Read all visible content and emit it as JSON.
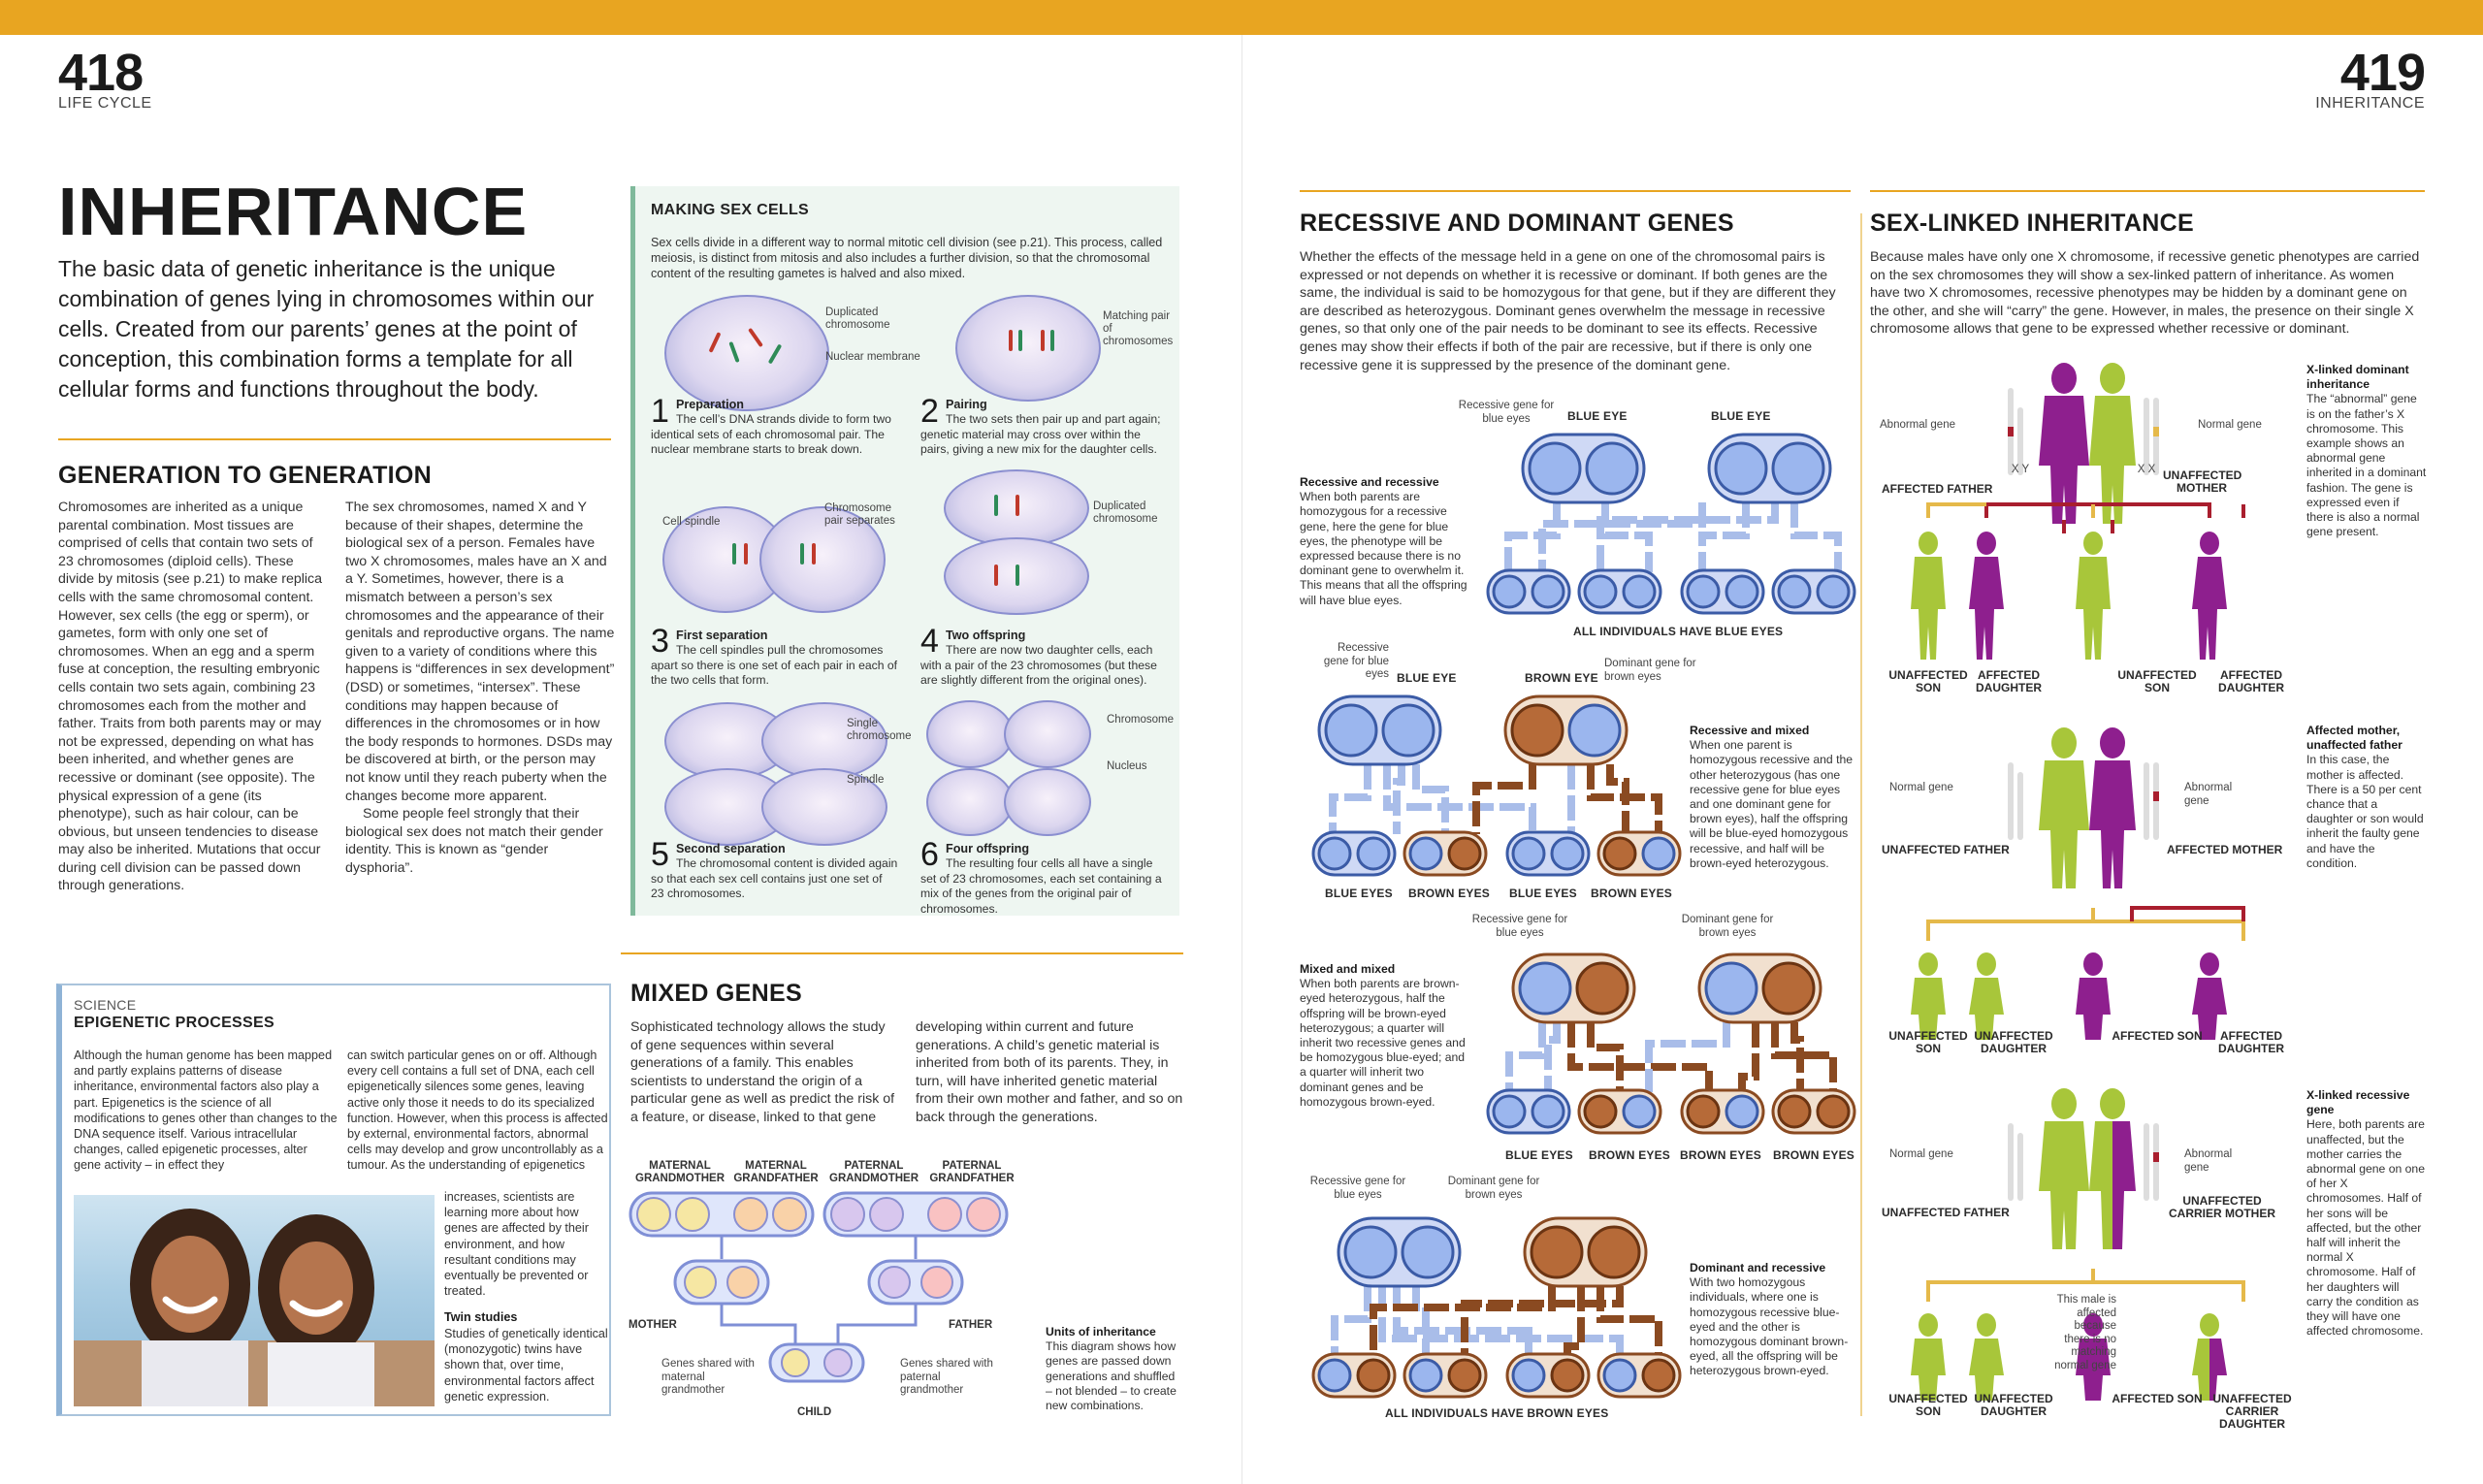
{
  "left_page": {
    "number": "418",
    "section": "LIFE CYCLE",
    "title": "INHERITANCE",
    "intro": "The basic data of genetic inheritance is the unique combination of genes lying in chromosomes within our cells. Created from our parents’ genes at the point of conception, this combination forms a template for all cellular forms and functions throughout the body.",
    "generation": {
      "heading": "GENERATION TO GENERATION",
      "col1": "Chromosomes are inherited as a unique parental combination. Most tissues are comprised of cells that contain two sets of 23 chromosomes (diploid cells). These divide by mitosis (see p.21) to make replica cells with the same chromosomal content. However, sex cells (the egg or sperm), or gametes, form with only one set of chromosomes. When an egg and a sperm fuse at conception, the resulting embryonic cells contain two sets again, combining 23 chromosomes each from the mother and father. Traits from both parents may or may not be expressed, depending on what has been inherited, and whether genes are recessive or dominant (see opposite). The physical expression of a gene (its phenotype), such as hair colour, can be obvious, but unseen tendencies to disease may also be inherited. Mutations that occur during cell division can be passed down through generations.",
      "col2a": "The sex chromosomes, named X and Y because of their shapes, determine the biological sex of a person. Females have two X chromosomes, males have an X and a Y. Sometimes, however, there is a mismatch between a person’s sex chromosomes and the appearance of their genitals and reproductive organs. The name given to a variety of conditions where this happens is “differences in sex development” (DSD) or sometimes, “intersex”. These conditions may happen because of differences in the chromosomes or in how the body responds to hormones. DSDs may be discovered at birth, or the person may not know until they reach puberty when the changes become more apparent.",
      "col2b": "Some people feel strongly that their biological sex does not match their gender identity. This is known as “gender dysphoria”."
    },
    "making_sex_cells": {
      "title": "MAKING SEX CELLS",
      "text": "Sex cells divide in a different way to normal mitotic cell division (see p.21). This process, called meiosis, is distinct from mitosis and also includes a further division, so that the chromosomal content of the resulting gametes is halved and also mixed.",
      "steps": [
        {
          "num": "1",
          "title": "Preparation",
          "text": "The cell’s DNA strands divide to form two identical sets of each chromosomal pair. The nuclear membrane starts to break down."
        },
        {
          "num": "2",
          "title": "Pairing",
          "text": "The two sets then pair up and part again; genetic material may cross over within the pairs, giving a new mix for the daughter cells."
        },
        {
          "num": "3",
          "title": "First separation",
          "text": "The cell spindles pull the chromosomes apart so there is one set of each pair in each of the two cells that form."
        },
        {
          "num": "4",
          "title": "Two offspring",
          "text": "There are now two daughter cells, each with a pair of the 23 chromosomes (but these are slightly different from the original ones)."
        },
        {
          "num": "5",
          "title": "Second separation",
          "text": "The chromosomal content is divided again so that each sex cell contains just one set of 23 chromosomes."
        },
        {
          "num": "6",
          "title": "Four offspring",
          "text": "The resulting four cells all have a single set of 23 chromosomes, each set containing a mix of the genes from the original pair of chromosomes."
        }
      ],
      "labels": {
        "duplicated": "Duplicated chromosome",
        "nuclear": "Nuclear membrane",
        "matching": "Matching pair of chromosomes",
        "spindle": "Cell spindle",
        "pair_sep": "Chromosome pair separates",
        "duplicated2": "Duplicated chromosome",
        "single": "Single chromosome",
        "spindle2": "Spindle",
        "chromosome": "Chromosome",
        "nucleus": "Nucleus"
      }
    },
    "science": {
      "kicker": "SCIENCE",
      "title": "EPIGENETIC PROCESSES",
      "col1": "Although the human genome has been mapped and partly explains patterns of disease inheritance, environmental factors also play a part. Epigenetics is the science of all modifications to genes other than changes to the DNA sequence itself. Various intracellular changes, called epigenetic processes, alter gene activity – in effect they",
      "col2": "can switch particular genes on or off. Although every cell contains a full set of DNA, each cell epigenetically silences some genes, leaving active only those it needs to do its specialized function. However, when this process is affected by external, environmental factors, abnormal cells may develop and grow uncontrollably as a tumour. As the understanding of epigenetics",
      "col2b": "increases, scientists are learning more about how genes are affected by their environment, and how resultant conditions may eventually be prevented or treated.",
      "twin_title": "Twin studies",
      "twin_text": "Studies of genetically identical (monozygotic) twins have shown that, over time, environmental factors affect genetic expression."
    },
    "mixed_genes": {
      "heading": "MIXED GENES",
      "col1": "Sophisticated technology allows the study of gene sequences within several generations of a family. This enables scientists to understand the origin of a particular gene as well as predict the risk of a feature, or disease, linked to that gene",
      "col2": "developing within current and future generations. A child’s genetic material is inherited from both of its parents. They, in turn, will have inherited genetic material from their own mother and father, and so on back through the generations.",
      "labels": {
        "mg": "MATERNAL GRANDMOTHER",
        "mgf": "MATERNAL GRANDFATHER",
        "pg": "PATERNAL GRANDMOTHER",
        "pgf": "PATERNAL GRANDFATHER",
        "mother": "MOTHER",
        "father": "FATHER",
        "child": "CHILD",
        "shared_m": "Genes shared with maternal grandmother",
        "shared_p": "Genes shared with paternal grandmother",
        "units_title": "Units of inheritance",
        "units_text": "This diagram shows how genes are passed down generations and shuffled – not blended – to create new combinations."
      }
    }
  },
  "right_page": {
    "number": "419",
    "section": "INHERITANCE",
    "recessive": {
      "heading": "RECESSIVE AND DOMINANT GENES",
      "text": "Whether the effects of the message held in a gene on one of the chromosomal pairs is expressed or not depends on whether it is recessive or dominant. If both genes are the same, the individual is said to be homozygous for that gene, but if they are different they are described as heterozygous. Dominant genes overwhelm the message in recessive genes, so that only one of the pair needs to be dominant to see its effects. Recessive genes may show their effects if both of the pair are recessive, but if there is only one recessive gene it is suppressed by the presence of the dominant gene.",
      "d1": {
        "note": "Recessive gene for blue eyes",
        "p1": "BLUE EYE",
        "p2": "BLUE EYE",
        "side_title": "Recessive and recessive",
        "side_text": "When both parents are homozygous for a recessive gene, here the gene for blue eyes, the phenotype will be expressed because there is no dominant gene to overwhelm it. This means that all the offspring will have blue eyes.",
        "caption": "ALL INDIVIDUALS HAVE BLUE EYES"
      },
      "d2": {
        "note1": "Recessive gene for blue eyes",
        "note2": "Dominant gene for brown eyes",
        "p1": "BLUE EYE",
        "p2": "BROWN EYE",
        "side_title": "Recessive and mixed",
        "side_text": "When one parent is homozygous recessive and the other heterozygous (has one recessive gene for blue eyes and one dominant gene for brown eyes), half the offspring will be blue-eyed homozygous recessive, and half will be brown-eyed heterozygous.",
        "c1": "BLUE EYES",
        "c2": "BROWN EYES",
        "c3": "BLUE EYES",
        "c4": "BROWN EYES"
      },
      "d3": {
        "note1": "Recessive gene for blue eyes",
        "note2": "Dominant gene for brown eyes",
        "side_title": "Mixed and mixed",
        "side_text": "When both parents are brown-eyed heterozygous, half the offspring will be brown-eyed heterozygous; a quarter will inherit two recessive genes and be homozygous blue-eyed; and a quarter will inherit two dominant genes and be homozygous brown-eyed.",
        "c1": "BLUE EYES",
        "c2": "BROWN EYES",
        "c3": "BROWN EYES",
        "c4": "BROWN EYES"
      },
      "d4": {
        "note1": "Recessive gene for blue eyes",
        "note2": "Dominant gene for brown eyes",
        "side_title": "Dominant and recessive",
        "side_text": "With two homozygous individuals, where one is homozygous recessive blue-eyed and the other is homozygous dominant brown-eyed, all the offspring will be heterozygous brown-eyed.",
        "caption": "ALL INDIVIDUALS HAVE BROWN EYES"
      }
    },
    "sexlinked": {
      "heading": "SEX-LINKED INHERITANCE",
      "text": "Because males have only one X chromosome, if recessive genetic phenotypes are carried on the sex chromosomes they will show a sex-linked pattern of inheritance. As women have two X chromosomes, recessive phenotypes may be hidden by a dominant gene on the other, and she will “carry” the gene. However, in males, the presence on their single X chromosome allows that gene to be expressed whether recessive or dominant.",
      "f1": {
        "abn": "Abnormal gene",
        "norm": "Normal gene",
        "father": "AFFECTED FATHER",
        "mother": "UNAFFECTED MOTHER",
        "xy": "X Y",
        "xx": "X X",
        "side_title": "X-linked dominant inheritance",
        "side_text": "The “abnormal” gene is on the father’s X chromosome. This example shows an abnormal gene inherited in a dominant fashion. The gene is expressed even if there is also a normal gene present.",
        "k1": "UNAFFECTED SON",
        "k2": "AFFECTED DAUGHTER",
        "k3": "UNAFFECTED SON",
        "k4": "AFFECTED DAUGHTER"
      },
      "f2": {
        "norm": "Normal gene",
        "abn": "Abnormal gene",
        "father": "UNAFFECTED FATHER",
        "mother": "AFFECTED MOTHER",
        "side_title": "Affected mother, unaffected father",
        "side_text": "In this case, the mother is affected. There is a 50 per cent chance that a daughter or son would inherit the faulty gene and have the condition.",
        "k1": "UNAFFECTED SON",
        "k2": "UNAFFECTED DAUGHTER",
        "k3": "AFFECTED SON",
        "k4": "AFFECTED DAUGHTER"
      },
      "f3": {
        "norm": "Normal gene",
        "abn": "Abnormal gene",
        "father": "UNAFFECTED FATHER",
        "mother": "UNAFFECTED CARRIER MOTHER",
        "male_note": "This male is affected because there is no matching normal gene",
        "side_title": "X-linked recessive gene",
        "side_text": "Here, both parents are unaffected, but the mother carries the abnormal gene on one of her X chromosomes. Half of her sons will be affected, but the other half will inherit the normal X chromosome. Half of her daughters will carry the condition as they will have one affected chromosome.",
        "k1": "UNAFFECTED SON",
        "k2": "UNAFFECTED DAUGHTER",
        "k3": "AFFECTED SON",
        "k4": "UNAFFECTED CARRIER DAUGHTER"
      }
    }
  },
  "colors": {
    "accent": "#e8a521",
    "blue_gene": "#9bb6ee",
    "brown_gene": "#b66a38",
    "affected": "#8e1f8e",
    "unaffected": "#a8c63a",
    "tree_red": "#a91e2e",
    "tree_yellow": "#e5b94a"
  }
}
